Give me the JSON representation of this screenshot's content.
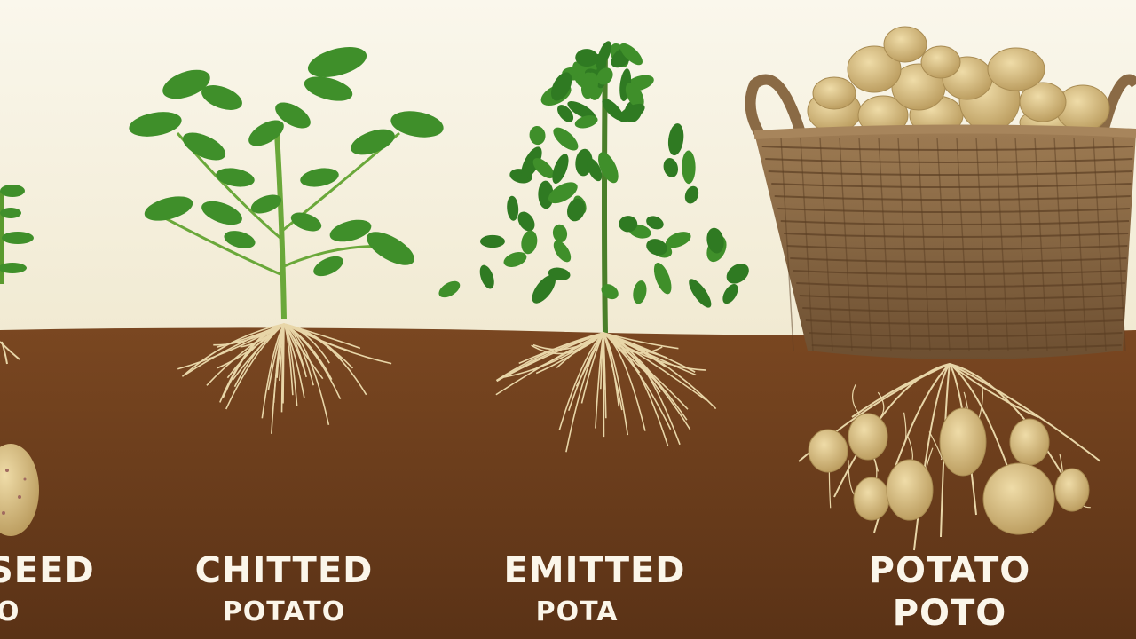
{
  "colors": {
    "background": "#f6f2e3",
    "soil": "#6b3e1e",
    "leaf": "#3f8f2a",
    "root": "#e8d6a8",
    "potato": "#d6bf82",
    "basket": "#8a6a45",
    "label": "#fbf6ea"
  },
  "stages": [
    {
      "line1": "SEED",
      "line2": "O"
    },
    {
      "line1": "CHITTED",
      "line2": "POTATO"
    },
    {
      "line1": "EMITTED",
      "line2": "POTA"
    },
    {
      "line1": "POTATO",
      "line2": "POTO"
    }
  ]
}
